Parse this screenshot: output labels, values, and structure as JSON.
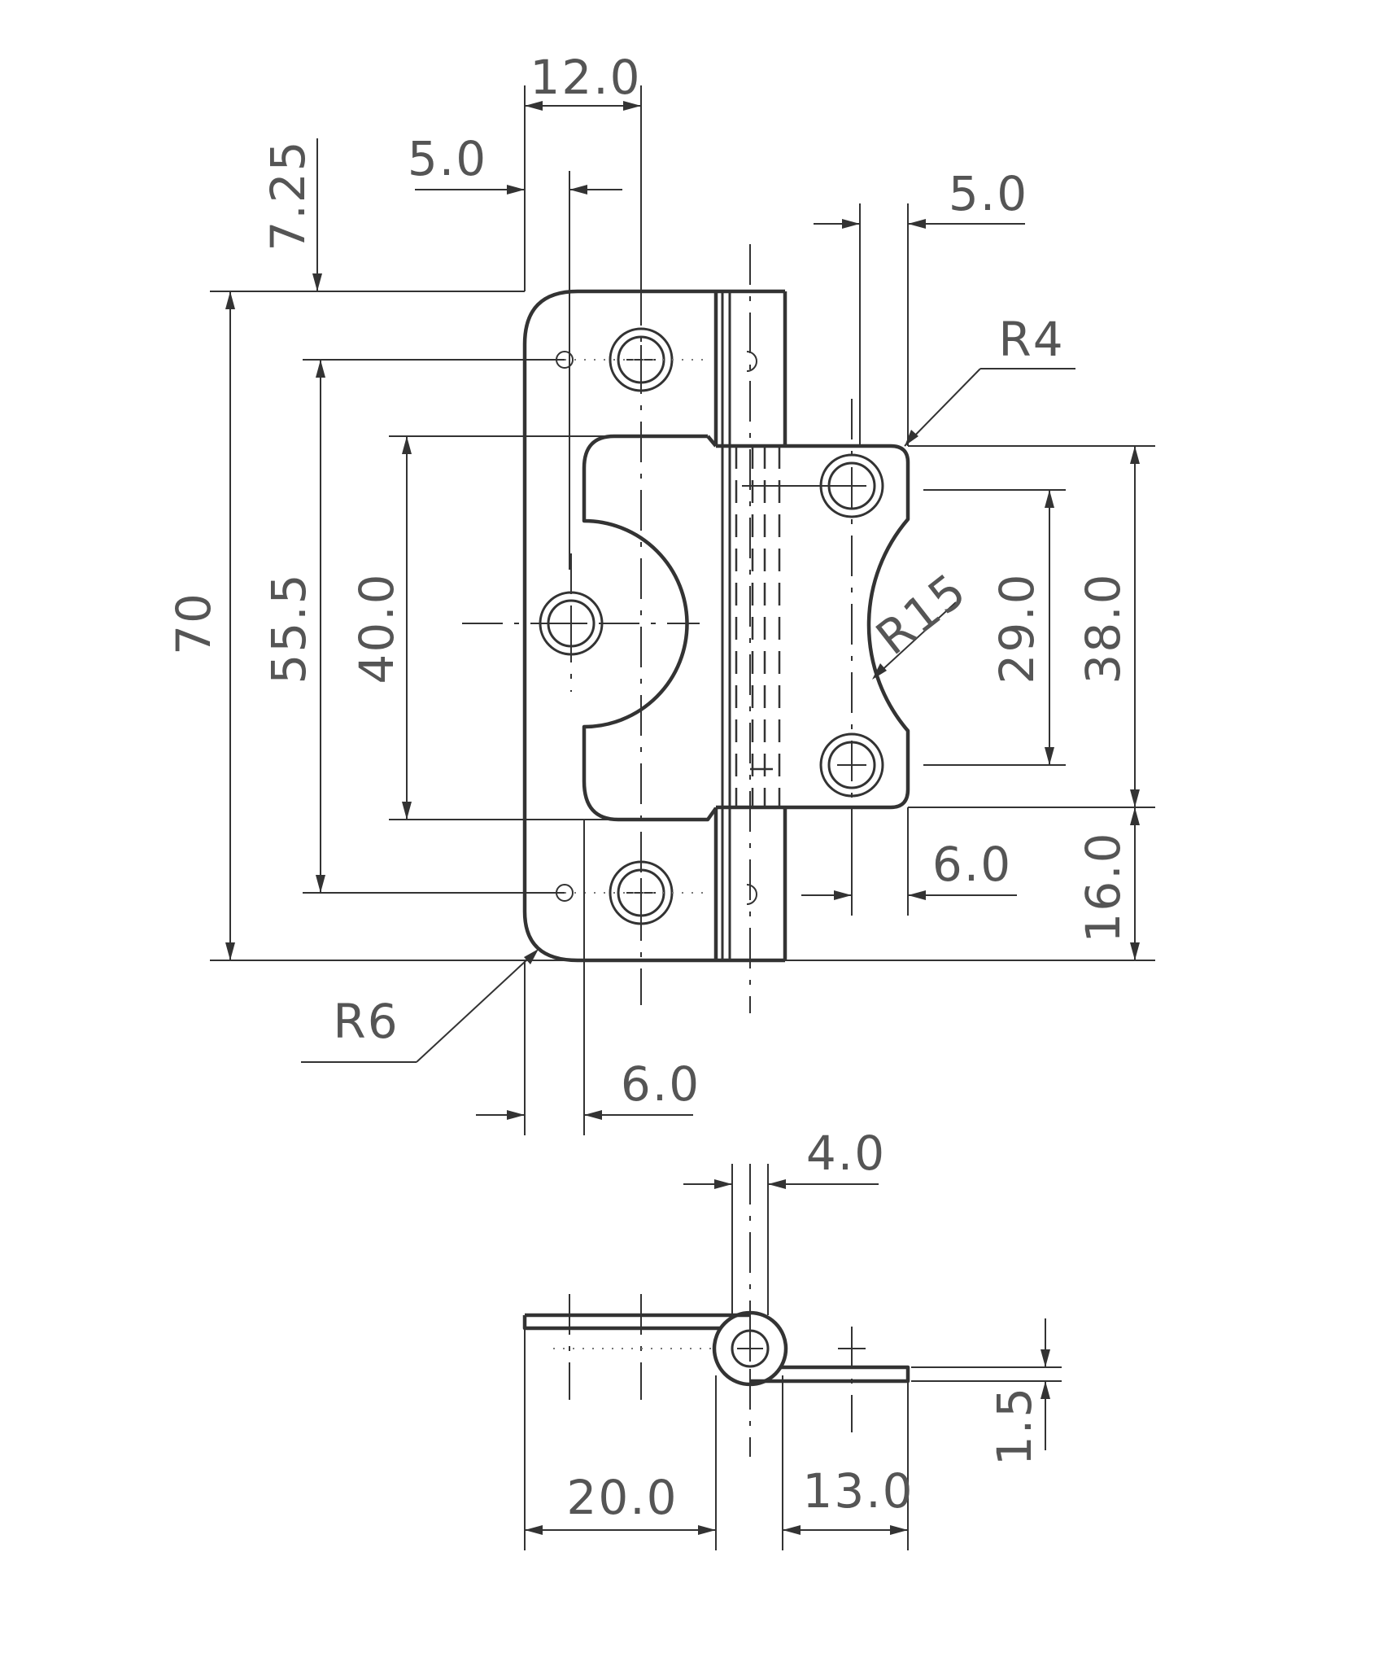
{
  "drawing": {
    "front_view": {
      "dims": {
        "top_width": "12.0",
        "left_offset": "5.0",
        "top_margin": "7.25",
        "right_offset": "5.0",
        "corner_radius_small": "R4",
        "overall_height": "70",
        "outer_hole_spacing": "55.5",
        "cutout_height": "40.0",
        "arc_radius": "R15",
        "inner_hole_spacing": "29.0",
        "leaf_height": "38.0",
        "right_hole_offset": "6.0",
        "bottom_offset": "16.0",
        "corner_radius_large": "R6",
        "left_hole_offset": "6.0"
      }
    },
    "side_view": {
      "dims": {
        "knuckle_width": "4.0",
        "thickness": "1.5",
        "left_leaf_width": "20.0",
        "right_leaf_width": "13.0"
      }
    },
    "colors": {
      "line": "#333333",
      "text": "#555555",
      "background": "#ffffff"
    }
  }
}
